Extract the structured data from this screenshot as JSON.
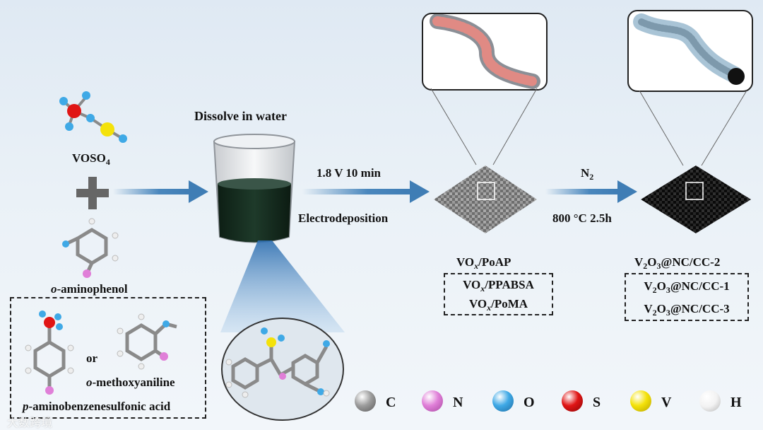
{
  "reagents": {
    "voso4_label": "VOSO",
    "voso4_subscript": "4",
    "aminophenol_prefix": "o",
    "aminophenol_label": "-aminophenol",
    "or_label": "or",
    "methoxyaniline_prefix": "o",
    "methoxyaniline_label": "-methoxyaniline",
    "aminobenzenesulfonic_prefix": "p",
    "aminobenzenesulfonic_label": "-aminobenzenesulfonic acid"
  },
  "steps": {
    "dissolve": "Dissolve in water",
    "voltage_time": "1.8 V  10 min",
    "electrodeposition": "Electrodeposition",
    "gas": "N",
    "gas_subscript": "2",
    "anneal": "800 °C 2.5h"
  },
  "products_vox": [
    {
      "a": "VO",
      "sub": "x",
      "b": "/PoAP"
    },
    {
      "a": "VO",
      "sub": "x",
      "b": "/PPABSA"
    },
    {
      "a": "VO",
      "sub": "x",
      "b": "/PoMA"
    }
  ],
  "products_v2o3": [
    {
      "a": "V",
      "s1": "2",
      "b": "O",
      "s2": "3",
      "c": "@NC/CC-2"
    },
    {
      "a": "V",
      "s1": "2",
      "b": "O",
      "s2": "3",
      "c": "@NC/CC-1"
    },
    {
      "a": "V",
      "s1": "2",
      "b": "O",
      "s2": "3",
      "c": "@NC/CC-3"
    }
  ],
  "legend": [
    {
      "symbol": "C",
      "color": "#9c9c9c"
    },
    {
      "symbol": "N",
      "color": "#e07fd8"
    },
    {
      "symbol": "O",
      "color": "#3fa9e6"
    },
    {
      "symbol": "S",
      "color": "#e01515"
    },
    {
      "symbol": "V",
      "color": "#f4e20a"
    },
    {
      "symbol": "H",
      "color": "#f2f2f2"
    }
  ],
  "watermark": "大数跨境",
  "icons": [
    "plus-icon",
    "flow-arrow",
    "beaker",
    "molecule",
    "carbon-cloth",
    "fiber-zoom"
  ]
}
